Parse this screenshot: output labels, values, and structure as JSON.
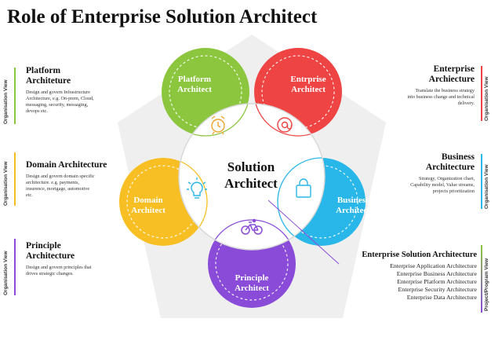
{
  "title": "Role of Enterprise Solution Architect",
  "center": {
    "line1": "Solution",
    "line2": "Architect"
  },
  "petals": {
    "platform": {
      "line1": "Platform",
      "line2": "Architect",
      "color": "#8cc63f"
    },
    "enterprise": {
      "line1": "Entrprise",
      "line2": "Architect",
      "color": "#ee4444"
    },
    "business": {
      "line1": "Business",
      "line2": "Architect",
      "color": "#29b6e8"
    },
    "principle": {
      "line1": "Principle",
      "line2": "Architect",
      "color": "#8a4bd8"
    },
    "domain": {
      "line1": "Domain",
      "line2": "Architect",
      "color": "#f8bf24"
    }
  },
  "left_blocks": [
    {
      "view": "Organisation View",
      "title1": "Platform",
      "title2": "Architeture",
      "desc1": "Design and govern Infrastructure",
      "desc2": "Architecture, e.g. On-prem, Cloud,",
      "desc3": "messaging, security, messaging,",
      "desc4": "devops etc.",
      "color": "#8cc63f"
    },
    {
      "view": "Organisation View",
      "title1": "Domain Architecture",
      "title2": "",
      "desc1": "Design and govern domain specific",
      "desc2": "architecture. e.g. payments,",
      "desc3": "insurence, mortgage, automotive",
      "desc4": "etc.",
      "color": "#f8bf24"
    },
    {
      "view": "Organisation View",
      "title1": "Principle",
      "title2": "Architecture",
      "desc1": "Design and govern principles that",
      "desc2": "drives strategic changes.",
      "desc3": "",
      "desc4": "",
      "color": "#8a4bd8"
    }
  ],
  "right_blocks": [
    {
      "view": "Organisation View",
      "title1": "Enterprise",
      "title2": "Archiecture",
      "desc1": "Translate the business strategy",
      "desc2": "into business change and technical",
      "desc3": "delivery.",
      "desc4": "",
      "color": "#ee4444"
    },
    {
      "view": "Organisation View",
      "title1": "Business",
      "title2": "Architecture",
      "desc1": "Strategy, Organization chart,",
      "desc2": "Capability model, Value streams,",
      "desc3": "projects prioritization",
      "desc4": "",
      "color": "#29b6e8"
    }
  ],
  "esa": {
    "view": "Project/Program View",
    "title": "Enterprise Solution Architecture",
    "items": [
      "Enterprise Application Architecture",
      "Enterprise Business Architecture",
      "Enterprise Platform Architecture",
      "Enterprise Security Architecture",
      "Enterprise Data Architecture"
    ],
    "color": "#8cc63f",
    "color2": "#8a4bd8"
  },
  "icons": [
    "alarm-clock-icon",
    "at-sign-icon",
    "shopping-bag-icon",
    "bicycle-icon",
    "lightbulb-icon"
  ]
}
